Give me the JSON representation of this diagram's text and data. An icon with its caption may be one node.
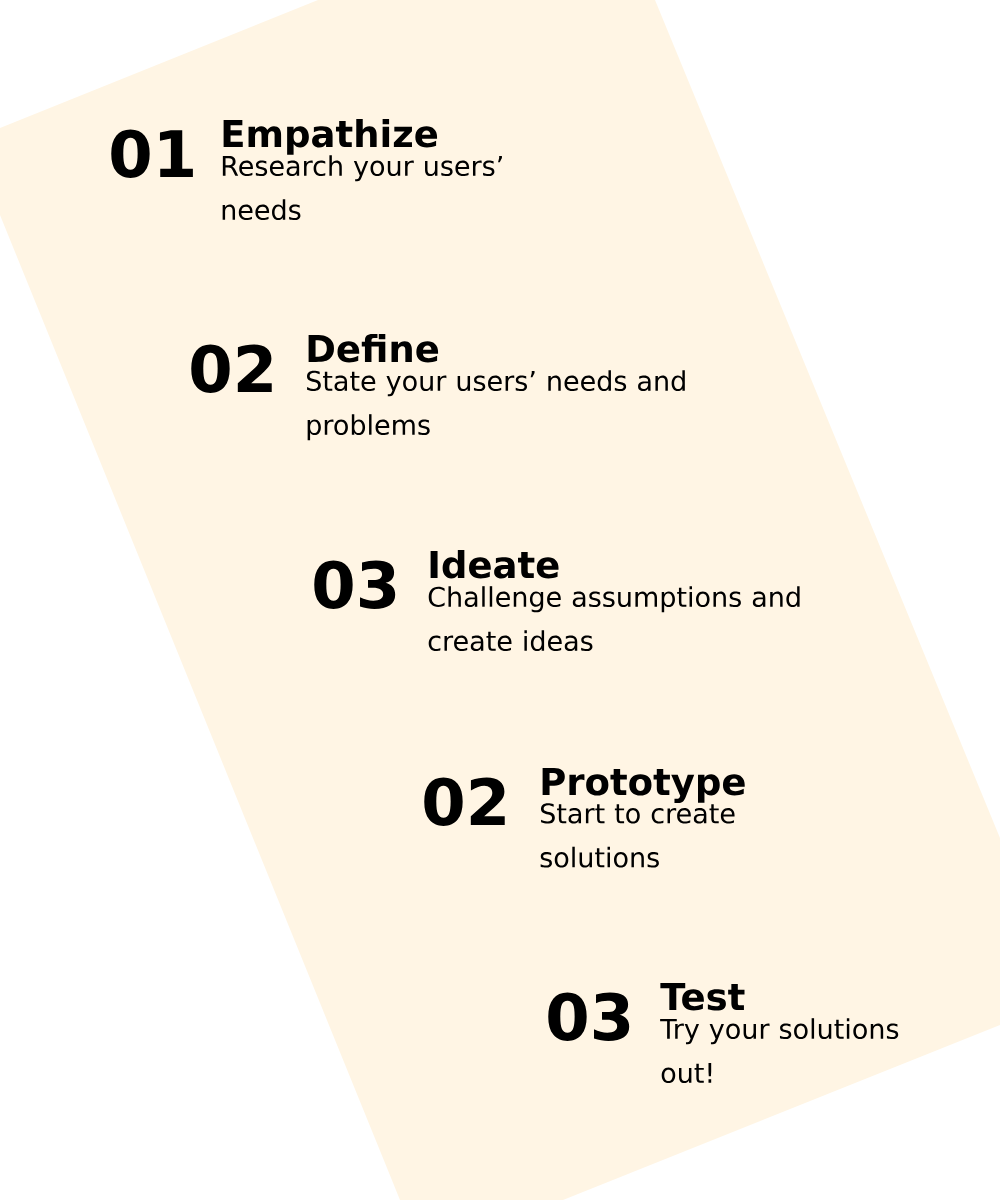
{
  "diagram": {
    "nodes": [
      {
        "text": [
          "01",
          "Empathize",
          "Research your users’ needs",
          "02",
          "Define",
          "State your users’ needs and problems",
          "03",
          "Ideate",
          "Challenge assumptions and create ideas",
          "02",
          "Prototype",
          "Start to create solutions",
          "03",
          "Test",
          "Try your solutions out!"
        ]
      }
    ]
  }
}
